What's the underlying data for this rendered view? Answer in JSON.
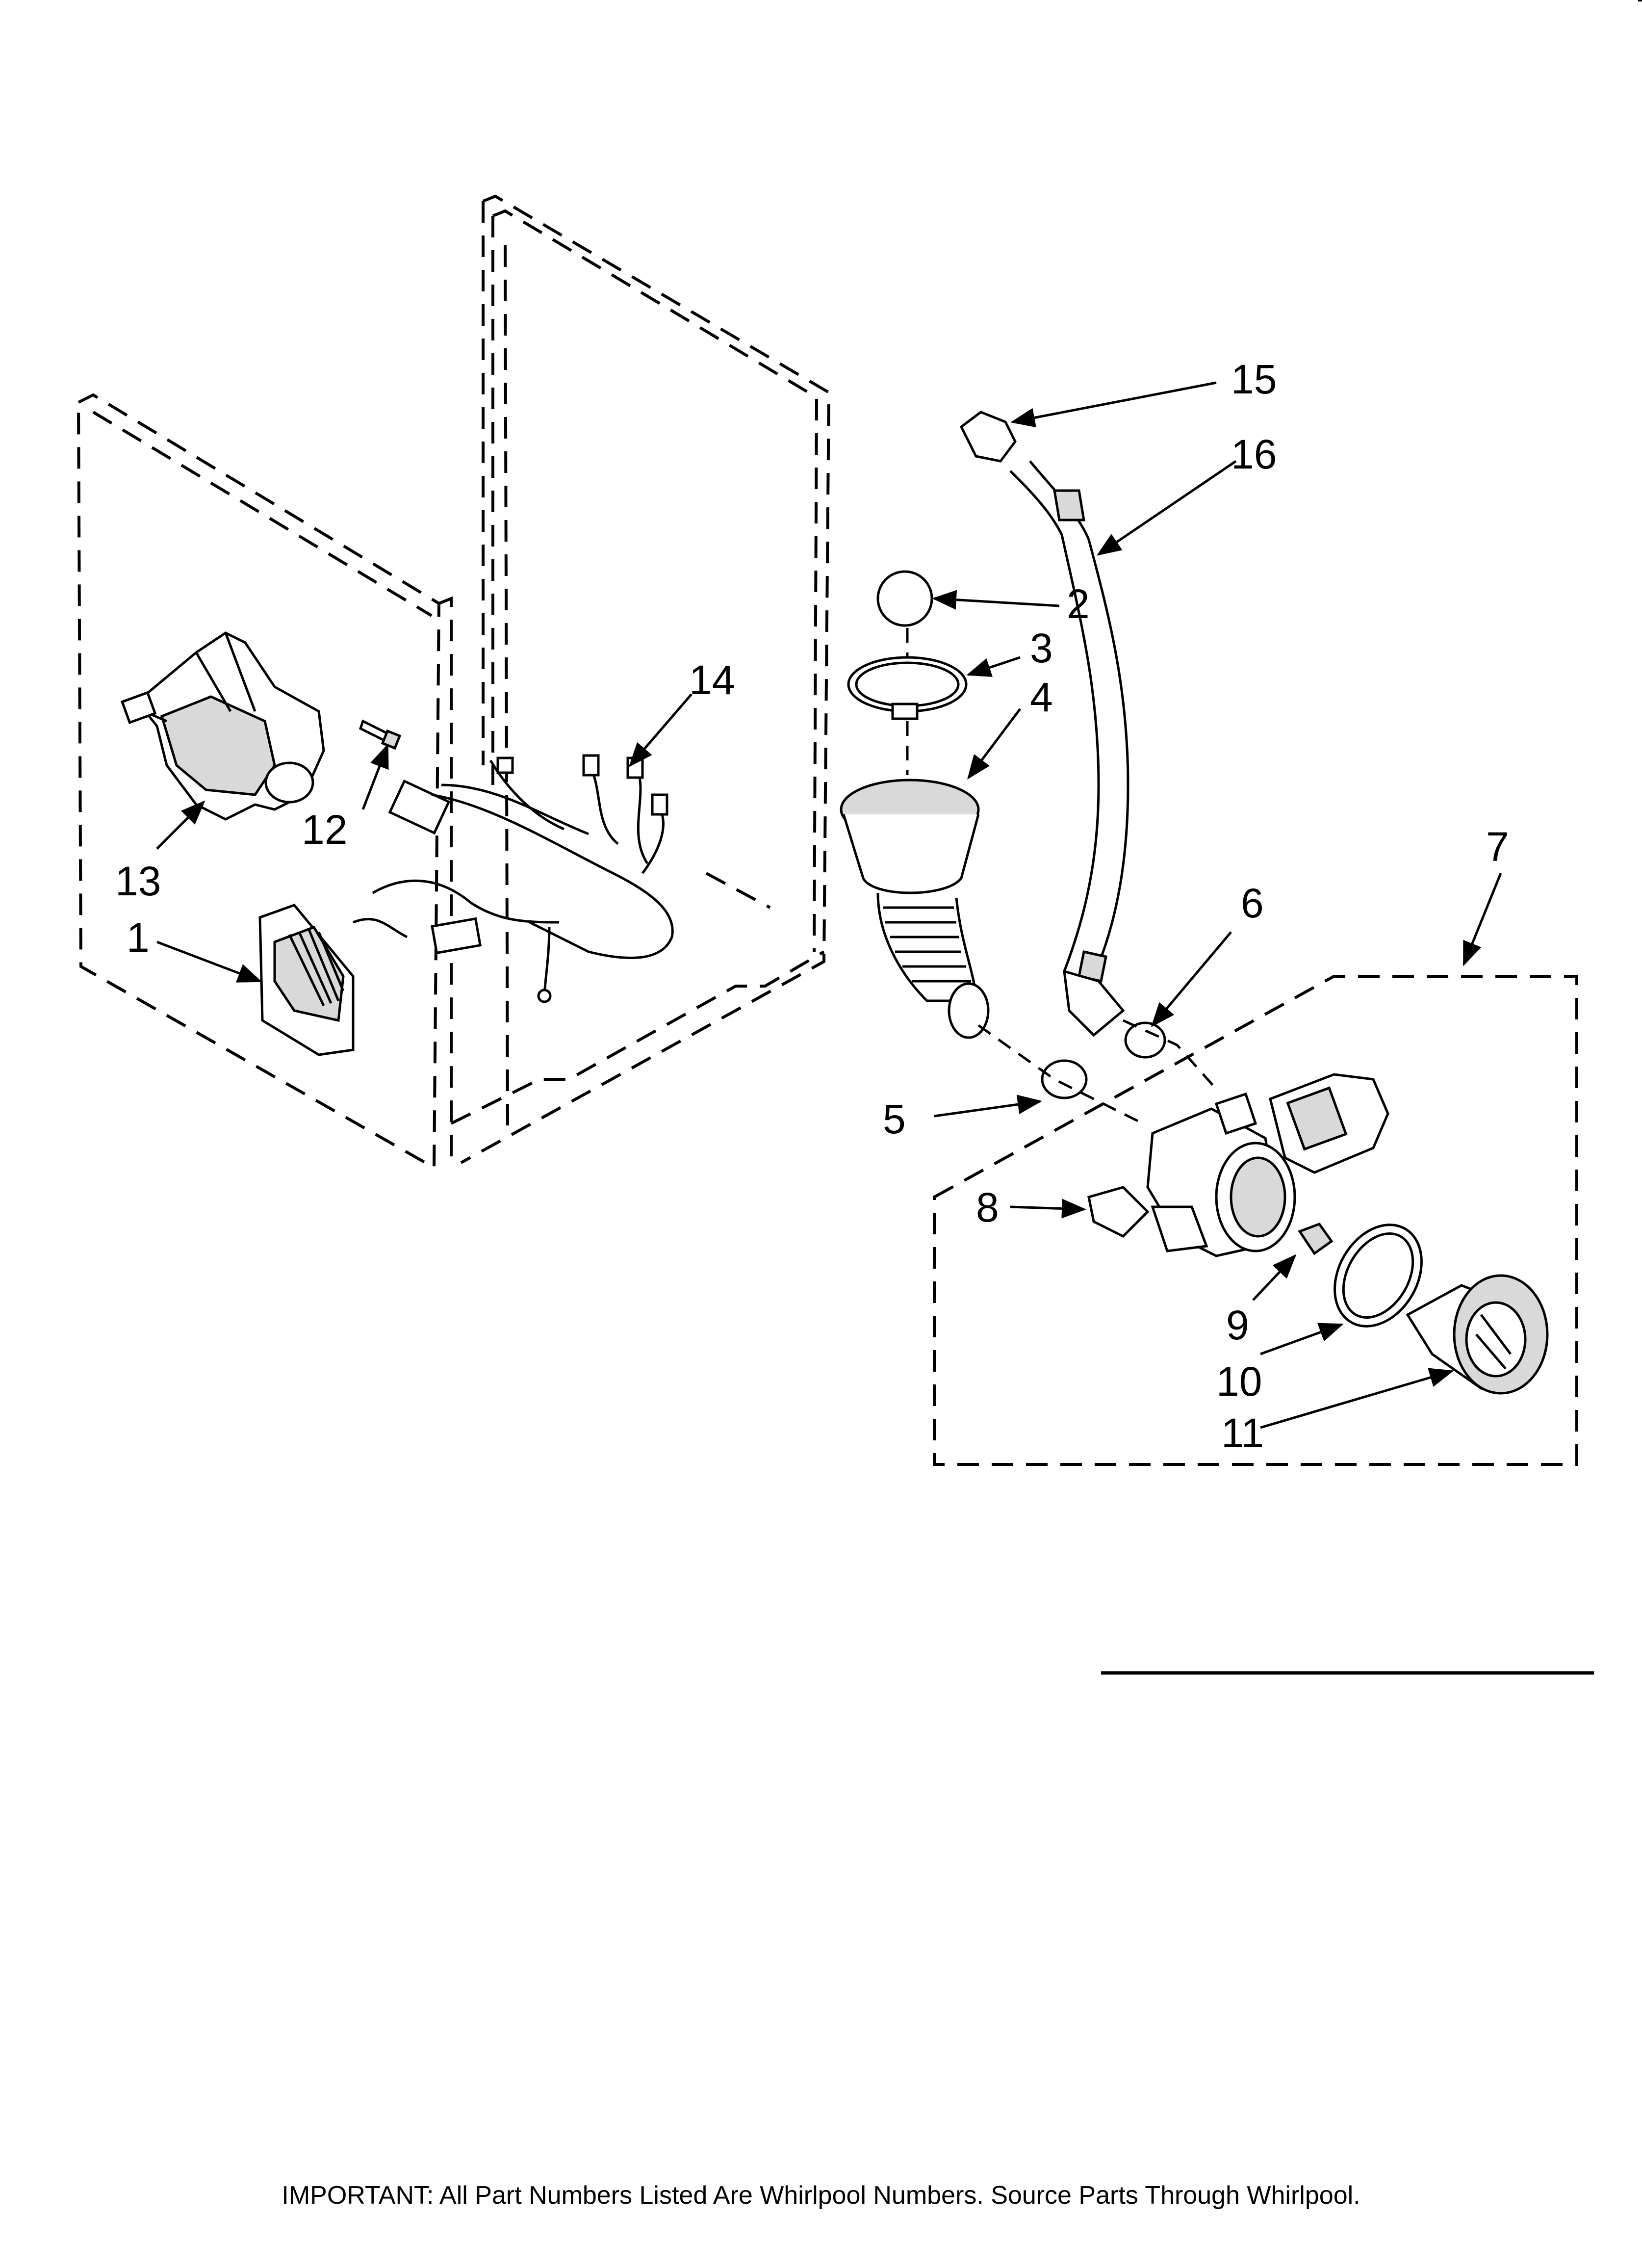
{
  "diagram": {
    "callouts": [
      {
        "id": "1",
        "label": "1"
      },
      {
        "id": "2",
        "label": "2"
      },
      {
        "id": "3",
        "label": "3"
      },
      {
        "id": "4",
        "label": "4"
      },
      {
        "id": "5",
        "label": "5"
      },
      {
        "id": "6",
        "label": "6"
      },
      {
        "id": "7",
        "label": "7"
      },
      {
        "id": "8",
        "label": "8"
      },
      {
        "id": "9",
        "label": "9"
      },
      {
        "id": "10",
        "label": "10"
      },
      {
        "id": "11",
        "label": "11"
      },
      {
        "id": "12",
        "label": "12"
      },
      {
        "id": "13",
        "label": "13"
      },
      {
        "id": "14",
        "label": "14"
      },
      {
        "id": "15",
        "label": "15"
      },
      {
        "id": "16",
        "label": "16"
      }
    ]
  },
  "footer": {
    "notice": "IMPORTANT: All Part Numbers Listed Are Whirlpool Numbers. Source Parts Through Whirlpool."
  }
}
